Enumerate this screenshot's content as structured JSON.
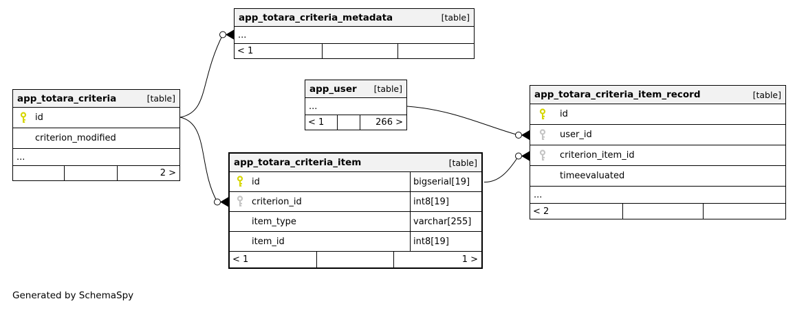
{
  "page": {
    "generated_by": "Generated by SchemaSpy"
  },
  "colors": {
    "primary_key_icon": "#d6d600",
    "foreign_key_icon": "#c4c4c4",
    "table_header_bg": "#f2f2f2",
    "border_and_lines": "#000000",
    "background": "#ffffff"
  },
  "tables": [
    {
      "name": "app_totara_criteria_metadata",
      "tag": "[table]",
      "rows": [
        {
          "name": "...",
          "key": ""
        }
      ],
      "footer": [
        "< 1",
        "",
        ""
      ]
    },
    {
      "name": "app_totara_criteria",
      "tag": "[table]",
      "rows": [
        {
          "name": "id",
          "key": "pk"
        },
        {
          "name": "criterion_modified",
          "key": ""
        },
        {
          "name": "...",
          "key": ""
        }
      ],
      "footer": [
        "",
        "",
        "2 >"
      ]
    },
    {
      "name": "app_user",
      "tag": "[table]",
      "rows": [
        {
          "name": "...",
          "key": ""
        }
      ],
      "footer": [
        "< 1",
        "",
        "266 >"
      ]
    },
    {
      "name": "app_totara_criteria_item",
      "tag": "[table]",
      "rows": [
        {
          "name": "id",
          "key": "pk",
          "type": "bigserial[19]"
        },
        {
          "name": "criterion_id",
          "key": "fk",
          "type": "int8[19]"
        },
        {
          "name": "item_type",
          "key": "",
          "type": "varchar[255]"
        },
        {
          "name": "item_id",
          "key": "",
          "type": "int8[19]"
        }
      ],
      "footer": [
        "< 1",
        "",
        "1 >"
      ]
    },
    {
      "name": "app_totara_criteria_item_record",
      "tag": "[table]",
      "rows": [
        {
          "name": "id",
          "key": "pk"
        },
        {
          "name": "user_id",
          "key": "fk"
        },
        {
          "name": "criterion_item_id",
          "key": "fk"
        },
        {
          "name": "timeevaluated",
          "key": ""
        },
        {
          "name": "...",
          "key": ""
        }
      ],
      "footer": [
        "< 2",
        "",
        ""
      ]
    }
  ],
  "relationships": [
    {
      "from": "app_totara_criteria.id",
      "to": "app_totara_criteria_metadata"
    },
    {
      "from": "app_totara_criteria.id",
      "to": "app_totara_criteria_item.criterion_id"
    },
    {
      "from": "app_user",
      "to": "app_totara_criteria_item_record.user_id"
    },
    {
      "from": "app_totara_criteria_item.id",
      "to": "app_totara_criteria_item_record.criterion_item_id"
    }
  ]
}
